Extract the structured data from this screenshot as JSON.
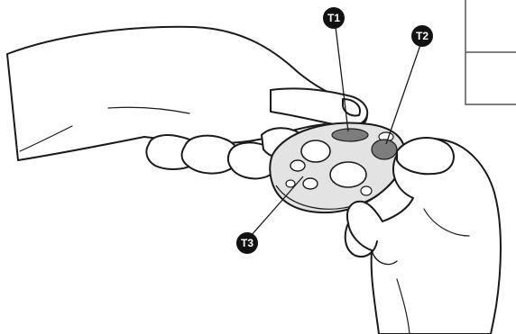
{
  "figure": {
    "description_free": true,
    "callouts": [
      {
        "id": "t1",
        "label": "T1"
      },
      {
        "id": "t2",
        "label": "T2"
      },
      {
        "id": "t3",
        "label": "T3"
      }
    ],
    "colors": {
      "line": "#1a1a1a",
      "skin": "#ffffff",
      "device_fill": "#e3e3e3",
      "hole_fill": "#ffffff",
      "contact_dark": "#7d7d7d",
      "callout_bg": "#111111",
      "callout_text": "#ffffff",
      "table_border": "#555555"
    }
  }
}
